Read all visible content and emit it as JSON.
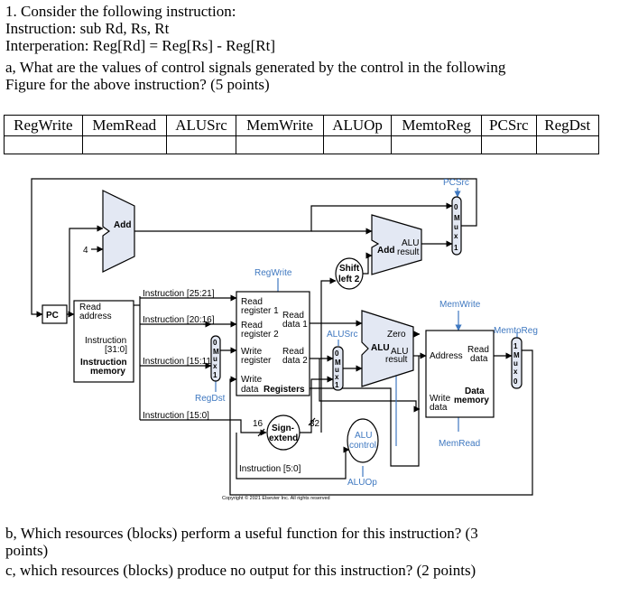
{
  "question": {
    "line1": "1. Consider the following instruction:",
    "line2": "Instruction: sub Rd, Rs, Rt",
    "line3": "Interperation: Reg[Rd] = Reg[Rs] - Reg[Rt]",
    "line4": "a, What are the values of control signals generated by the control in the following",
    "line5": "Figure for the above instruction? (5 points)"
  },
  "table": {
    "headers": [
      "RegWrite",
      "MemRead",
      "ALUSrc",
      "MemWrite",
      "ALUOp",
      "MemtoReg",
      "PCSrc",
      "RegDst"
    ],
    "values": [
      "",
      "",
      "",
      "",
      "",
      "",
      "",
      ""
    ]
  },
  "diagram": {
    "pc": "PC",
    "add": "Add",
    "const4": "4",
    "alu_add": {
      "add": "Add",
      "alu": "ALU",
      "result": "result"
    },
    "shift": {
      "l1": "Shift",
      "l2": "left 2"
    },
    "pcsrc": "PCSrc",
    "regwrite": "RegWrite",
    "imem": {
      "read": "Read",
      "address": "address",
      "instruction": "Instruction",
      "range": "[31:0]",
      "instruction_b": "Instruction",
      "memory": "memory"
    },
    "fields": {
      "f1": "Instruction [25:21]",
      "f2": "Instruction [20:16]",
      "f3": "Instruction [15:11]",
      "f4": "Instruction [15:0]",
      "f5": "Instruction [5:0]"
    },
    "regs": {
      "rr1a": "Read",
      "rr1b": "register 1",
      "rr2a": "Read",
      "rr2b": "register 2",
      "wra": "Write",
      "wrb": "register",
      "wda": "Write",
      "wdb": "data",
      "title": "Registers",
      "rd1a": "Read",
      "rd1b": "data 1",
      "rd2a": "Read",
      "rd2b": "data 2"
    },
    "regdst": "RegDst",
    "alusrc": "ALUSrc",
    "alu": {
      "zero": "Zero",
      "alu1": "ALU",
      "alu2": "ALU",
      "result": "result"
    },
    "memwrite": "MemWrite",
    "memtoreg": "MemtoReg",
    "memread": "MemRead",
    "dmem": {
      "address": "Address",
      "read": "Read",
      "data": "data",
      "data_b": "Data",
      "write": "Write",
      "memory": "memory",
      "data2": "data"
    },
    "sign": {
      "l1": "Sign-",
      "l2": "extend",
      "in": "16",
      "out": "32"
    },
    "aluctl": {
      "l1": "ALU",
      "l2": "control"
    },
    "aluop": "ALUOp",
    "mux": {
      "m": "M",
      "u": "u",
      "x": "x",
      "zero": "0",
      "one": "1"
    },
    "copyright": "Copyright © 2021 Elsevier Inc. All rights reserved"
  },
  "part_b": {
    "line1": "b, Which resources (blocks) perform a useful function for this instruction? (3",
    "line2": "points)"
  },
  "part_c": {
    "line1": "c, which resources (blocks) produce no output for this instruction? (2 points)"
  }
}
